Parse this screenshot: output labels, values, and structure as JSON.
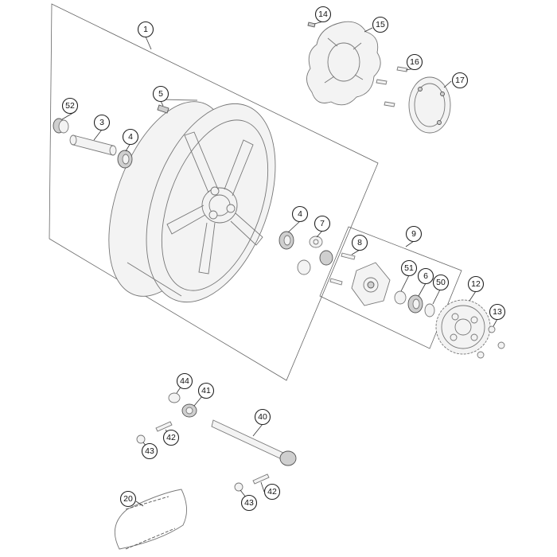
{
  "diagram": {
    "callouts": [
      {
        "id": "c1",
        "label": "1"
      },
      {
        "id": "c3",
        "label": "3"
      },
      {
        "id": "c4a",
        "label": "4"
      },
      {
        "id": "c4b",
        "label": "4"
      },
      {
        "id": "c5",
        "label": "5"
      },
      {
        "id": "c6",
        "label": "6"
      },
      {
        "id": "c7",
        "label": "7"
      },
      {
        "id": "c8",
        "label": "8"
      },
      {
        "id": "c9",
        "label": "9"
      },
      {
        "id": "c12",
        "label": "12"
      },
      {
        "id": "c13",
        "label": "13"
      },
      {
        "id": "c14",
        "label": "14"
      },
      {
        "id": "c15",
        "label": "15"
      },
      {
        "id": "c16",
        "label": "16"
      },
      {
        "id": "c17",
        "label": "17"
      },
      {
        "id": "c20",
        "label": "20"
      },
      {
        "id": "c40",
        "label": "40"
      },
      {
        "id": "c41",
        "label": "41"
      },
      {
        "id": "c42a",
        "label": "42"
      },
      {
        "id": "c42b",
        "label": "42"
      },
      {
        "id": "c43a",
        "label": "43"
      },
      {
        "id": "c43b",
        "label": "43"
      },
      {
        "id": "c44",
        "label": "44"
      },
      {
        "id": "c50",
        "label": "50"
      },
      {
        "id": "c51",
        "label": "51"
      },
      {
        "id": "c52",
        "label": "52"
      }
    ]
  }
}
